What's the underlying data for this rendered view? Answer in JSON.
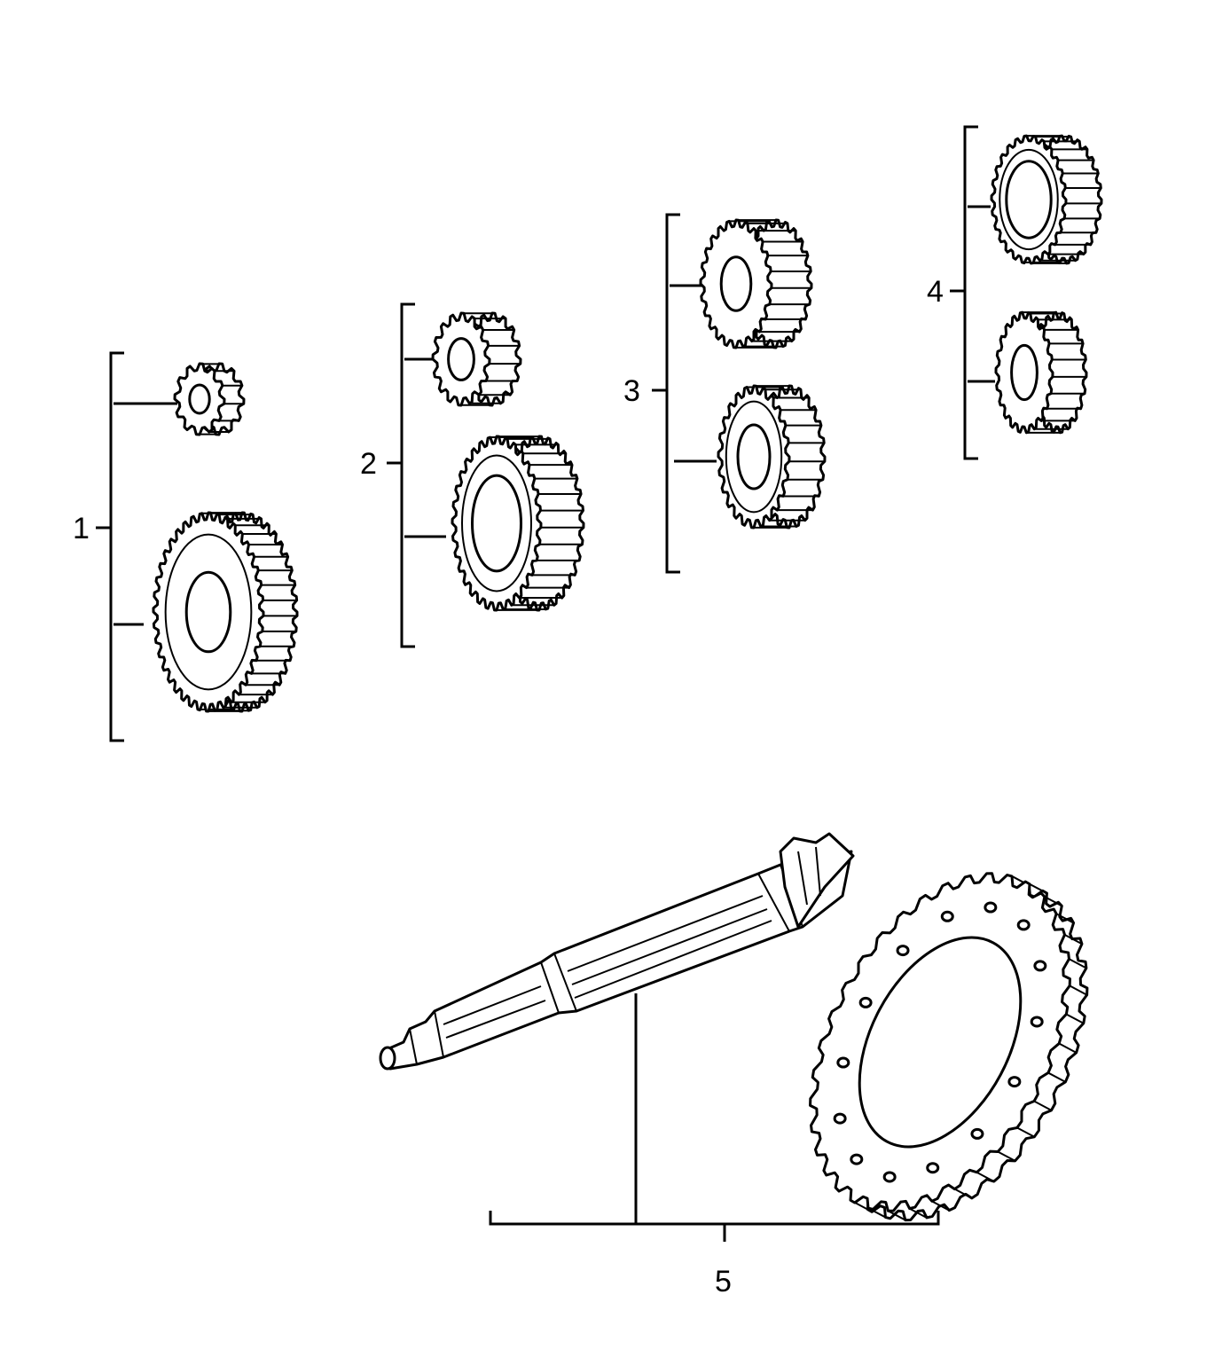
{
  "diagram": {
    "callouts": [
      {
        "label": "1",
        "parts": 2
      },
      {
        "label": "2",
        "parts": 2
      },
      {
        "label": "3",
        "parts": 2
      },
      {
        "label": "4",
        "parts": 2
      },
      {
        "label": "5",
        "parts": 2
      }
    ]
  }
}
